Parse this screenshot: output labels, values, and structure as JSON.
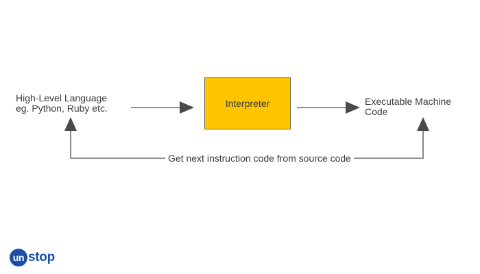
{
  "diagram": {
    "source": {
      "line1": "High-Level Language",
      "line2": "eg. Python, Ruby etc."
    },
    "process": {
      "label": "Interpreter",
      "fill": "#ffc400"
    },
    "target": {
      "line1": "Executable Machine",
      "line2": "Code"
    },
    "loop_label": "Get next instruction code from source code",
    "arrow_color": "#3a3a3a"
  },
  "brand": {
    "logo_text": "unstop",
    "color": "#1b4fa6"
  }
}
